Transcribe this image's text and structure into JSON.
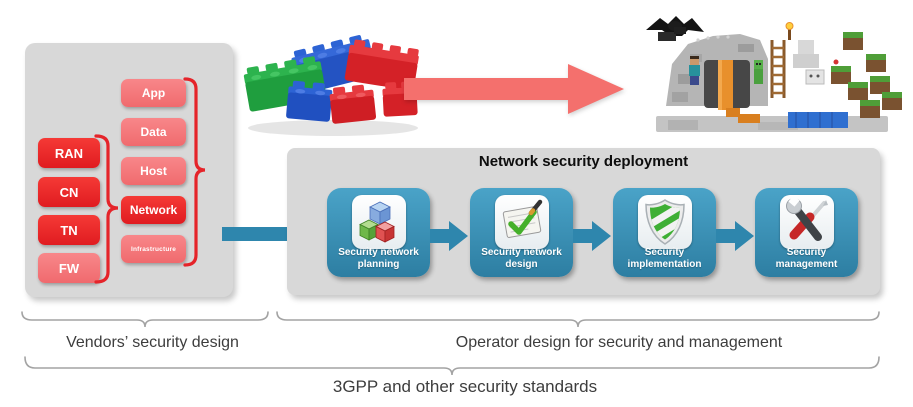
{
  "vendor_panel": {
    "network_elements": [
      {
        "label": "RAN",
        "style": "bright"
      },
      {
        "label": "CN",
        "style": "bright"
      },
      {
        "label": "TN",
        "style": "bright"
      },
      {
        "label": "FW",
        "style": "light"
      }
    ],
    "stack_layers": [
      {
        "label": "App",
        "style": "light"
      },
      {
        "label": "Data",
        "style": "light"
      },
      {
        "label": "Host",
        "style": "light"
      },
      {
        "label": "Network",
        "style": "bright"
      },
      {
        "label": "Infrastructure",
        "style": "light"
      }
    ]
  },
  "deployment_panel": {
    "title": "Network security deployment",
    "steps": [
      {
        "label": "Security network planning",
        "icon": "cubes-icon"
      },
      {
        "label": "Security network design",
        "icon": "checklist-icon"
      },
      {
        "label": "Security implementation",
        "icon": "shield-icon"
      },
      {
        "label": "Security management",
        "icon": "tools-icon"
      }
    ]
  },
  "captions": {
    "vendor": "Vendors’ security design",
    "operator": "Operator design for security and management",
    "standards": "3GPP and other security standards"
  },
  "illustrations": {
    "lego_bricks": "lego-bricks-image",
    "minecraft_build": "lego-minecraft-cave-image"
  },
  "colors": {
    "bright_red": "#ee2428",
    "light_red": "#f5797d",
    "panel_gray": "#d8d8d8",
    "step_blue": "#3a8fb5",
    "flow_arrow_blue": "#2e86ad",
    "transform_arrow_salmon": "#f4706d",
    "brace_gray": "#a3a3a3"
  }
}
